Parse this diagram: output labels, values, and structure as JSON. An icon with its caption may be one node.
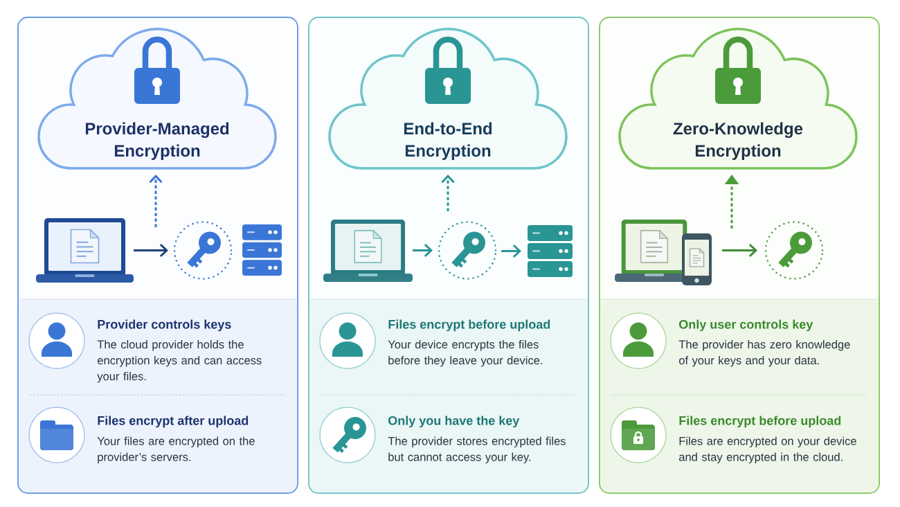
{
  "diagram": {
    "nodes": [
      {
        "text": [],
        "shape": "box"
      },
      {
        "text": [
          "Provider-Managed Encryption"
        ],
        "in": 0
      },
      {
        "text": [],
        "shape": "picture",
        "in": 0
      },
      {
        "text": [],
        "shape": "circle",
        "in": 0
      },
      {
        "text": [],
        "shape": "picture",
        "in": 0
      },
      {
        "text": [
          "Provider controls keys",
          "The cloud provider holds the encryption keys and can access your files.",
          "Files encrypt after upload",
          "Your files are encrypted on the provider’s servers."
        ],
        "in": 0
      },
      {
        "text": [],
        "shape": "box"
      },
      {
        "text": [
          "End-to-End Encryption"
        ],
        "in": 6
      },
      {
        "text": [],
        "shape": "picture",
        "in": 6
      },
      {
        "text": [],
        "shape": "circle",
        "in": 6
      },
      {
        "text": [],
        "shape": "picture",
        "in": 6
      },
      {
        "text": [
          "Files encrypt before upload",
          "Your device encrypts the files before they leave your device.",
          "Only you have the key",
          "The provider stores encrypted files but cannot access your key."
        ],
        "in": 6
      },
      {
        "text": [],
        "shape": "box"
      },
      {
        "text": [
          "Zero-Knowledge Encryption"
        ],
        "in": 12
      },
      {
        "text": [],
        "shape": "picture",
        "in": 12
      },
      {
        "text": [],
        "shape": "circle",
        "in": 12
      },
      {
        "text": [
          "Only user controls key",
          "The provider has zero knowledge of your keys and your data.",
          "Files encrypt before upload",
          "Files are encrypted on your device and stay encrypted in the cloud."
        ],
        "in": 12
      }
    ],
    "edges": [
      {
        "from": 2,
        "to": 3,
        "arrow": "to",
        "color": "#1f3f7a"
      },
      {
        "from": null,
        "to": 1,
        "arrow": "to",
        "style": "dashed",
        "color": "#3a76d6"
      },
      {
        "from": 8,
        "to": 9,
        "arrow": "to",
        "color": "#2a9595"
      },
      {
        "from": 9,
        "to": 10,
        "arrow": "to",
        "color": "#2a9595"
      },
      {
        "from": null,
        "to": 7,
        "arrow": "to",
        "style": "dashed",
        "color": "#2a9595"
      },
      {
        "from": 14,
        "to": 15,
        "arrow": "to",
        "color": "#3d8b33"
      },
      {
        "from": null,
        "to": 13,
        "arrow": "to",
        "style": "dashed",
        "color": "#4b9b3b"
      }
    ]
  }
}
